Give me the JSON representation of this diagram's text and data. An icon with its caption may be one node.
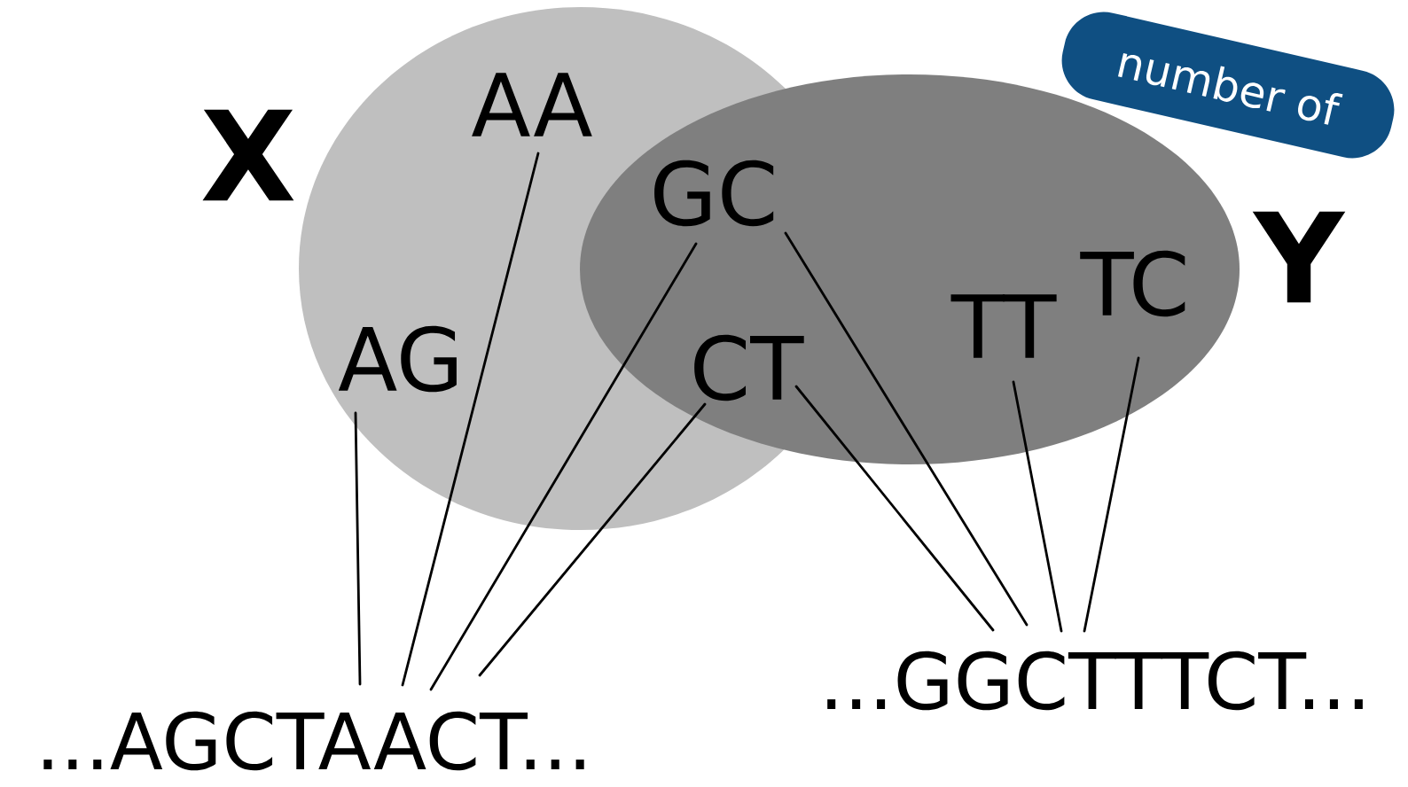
{
  "diagram": {
    "nodes": [
      {
        "text": [
          "X"
        ]
      },
      {
        "text": [
          "Y"
        ]
      },
      {
        "text": [
          "AA"
        ],
        "in": 0
      },
      {
        "text": [
          "AG"
        ],
        "in": 0
      },
      {
        "text": [
          "GC"
        ]
      },
      {
        "text": [
          "CT"
        ]
      },
      {
        "text": [
          "TT"
        ],
        "in": 1
      },
      {
        "text": [
          "TC"
        ],
        "in": 1
      },
      {
        "text": [
          "...AGCTAACT..."
        ]
      },
      {
        "text": [
          "...GGCTTTCT..."
        ]
      },
      {
        "text": [
          "number of"
        ]
      }
    ],
    "edges": [
      {
        "from": 3,
        "to": 8,
        "arrow": "none"
      },
      {
        "from": 2,
        "to": 8,
        "arrow": "none"
      },
      {
        "from": 4,
        "to": 8,
        "arrow": "none"
      },
      {
        "from": 5,
        "to": 8,
        "arrow": "none"
      },
      {
        "from": 5,
        "to": 9,
        "arrow": "none"
      },
      {
        "from": 4,
        "to": 9,
        "arrow": "none"
      },
      {
        "from": 6,
        "to": 9,
        "arrow": "none"
      },
      {
        "from": 7,
        "to": 9,
        "arrow": "none"
      }
    ]
  }
}
